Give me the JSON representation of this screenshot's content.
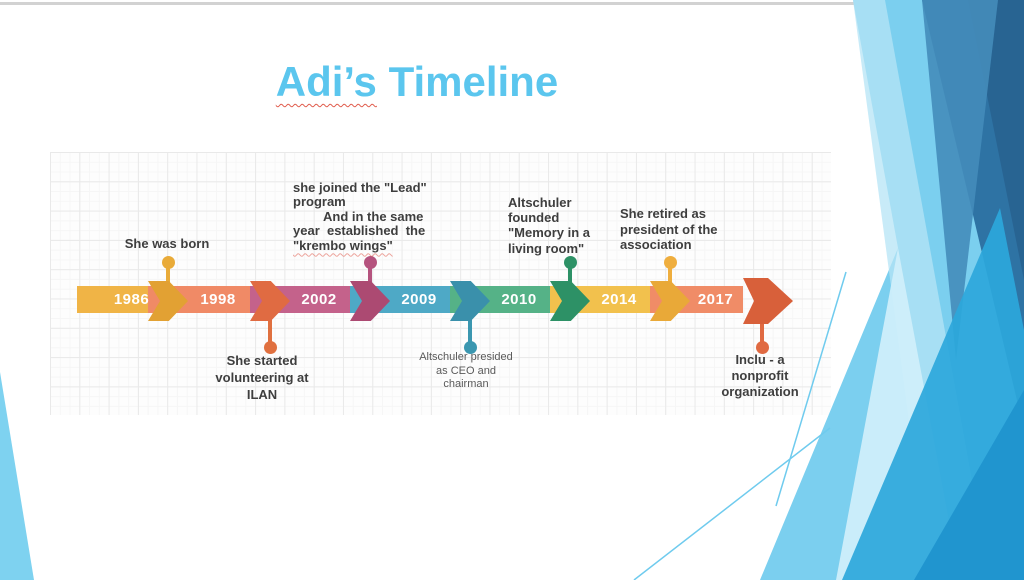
{
  "slide": {
    "title": {
      "word1": "Adi’s",
      "rest": " Timeline",
      "color": "#5bc6ee"
    }
  },
  "timeline": {
    "segments": [
      {
        "year": "1986",
        "body_color": "#f0b446",
        "accent_color": "#e2a133",
        "pin_color": "#e9ab39",
        "pin_side": "up",
        "label_align": "center",
        "label_lines": [
          "She was born"
        ]
      },
      {
        "year": "1998",
        "body_color": "#f08a66",
        "accent_color": "#e06b42",
        "pin_color": "#e0703f",
        "pin_side": "down",
        "label_align": "center",
        "label_lines": [
          "She started",
          "volunteering at",
          "ILAN"
        ]
      },
      {
        "year": "2002",
        "body_color": "#c4628b",
        "accent_color": "#ac4a72",
        "pin_color": "#b5537e",
        "pin_side": "up",
        "label_align": "left",
        "label_lines": [
          "she joined the \"Lead\"",
          "program",
          "And in the same",
          "year  established  the",
          "\"krembo wings\""
        ]
      },
      {
        "year": "2009",
        "body_color": "#4ea9c6",
        "accent_color": "#3a90ab",
        "pin_color": "#3b97b0",
        "pin_side": "down",
        "label_align": "center",
        "label_small": true,
        "label_lines": [
          "Altschuler presided",
          "as CEO and",
          "chairman"
        ]
      },
      {
        "year": "2010",
        "body_color": "#55b287",
        "accent_color": "#2d9166",
        "pin_color": "#2d9166",
        "pin_side": "up",
        "label_align": "left",
        "label_lines": [
          "Altschuler",
          "founded",
          "\"Memory in a",
          "living room\""
        ]
      },
      {
        "year": "2014",
        "body_color": "#f2c14d",
        "accent_color": "#e9a938",
        "pin_color": "#efae3e",
        "pin_side": "up",
        "label_align": "left",
        "label_lines": [
          "She retired as",
          "president of the",
          "association"
        ]
      },
      {
        "year": "2017",
        "body_color": "#f08c67",
        "accent_color": "#d8603a",
        "pin_color": "#e06a42",
        "pin_side": "down",
        "label_align": "center",
        "label_lines": [
          "Inclu - a",
          "nonprofit",
          "organization"
        ]
      }
    ],
    "text_color": "#3e3e3e"
  },
  "decor": {
    "top_rule": "#d2d2d2",
    "facets": {
      "light": "#7bcfef",
      "pale_band": "#b5e4f6",
      "pale_tri": "#cfeefa",
      "dark": "#2e73a4",
      "darker": "#27628f",
      "med_wedge": "#448cba",
      "bright": "#2ca7db",
      "deep": "#2095cf",
      "line": "#6fcbee",
      "left_sliver": "#7ed2f0"
    }
  }
}
